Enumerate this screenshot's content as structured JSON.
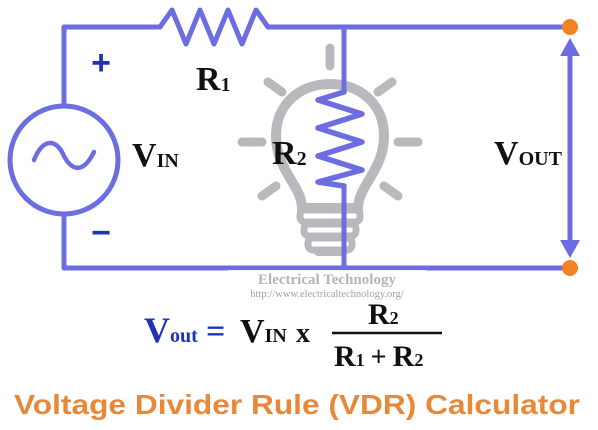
{
  "labels": {
    "plus": "+",
    "minus": "−",
    "r1": {
      "main": "R",
      "sub": "1"
    },
    "r2": {
      "main": "R",
      "sub": "2"
    },
    "vin": {
      "main": "V",
      "sub": "IN"
    },
    "vout": {
      "main": "V",
      "sub": "OUT"
    }
  },
  "watermark": {
    "line1": "Electrical Technology",
    "line2": "http://www.electricaltechnology.org/"
  },
  "formula": {
    "lhs_main": "V",
    "lhs_sub": "out",
    "equals": "=",
    "vin_main": "V",
    "vin_sub": "IN",
    "times": "x",
    "num_main": "R",
    "num_sub": "2",
    "den1_main": "R",
    "den1_sub": "1",
    "plus": "+",
    "den2_main": "R",
    "den2_sub": "2"
  },
  "title": "Voltage Divider Rule (VDR) Calculator",
  "colors": {
    "wire": "#6b6de0",
    "terminal": "#f28322",
    "title": "#e8893a",
    "formula_blue": "#1f33b8",
    "bulb": "#b9b9bd"
  }
}
